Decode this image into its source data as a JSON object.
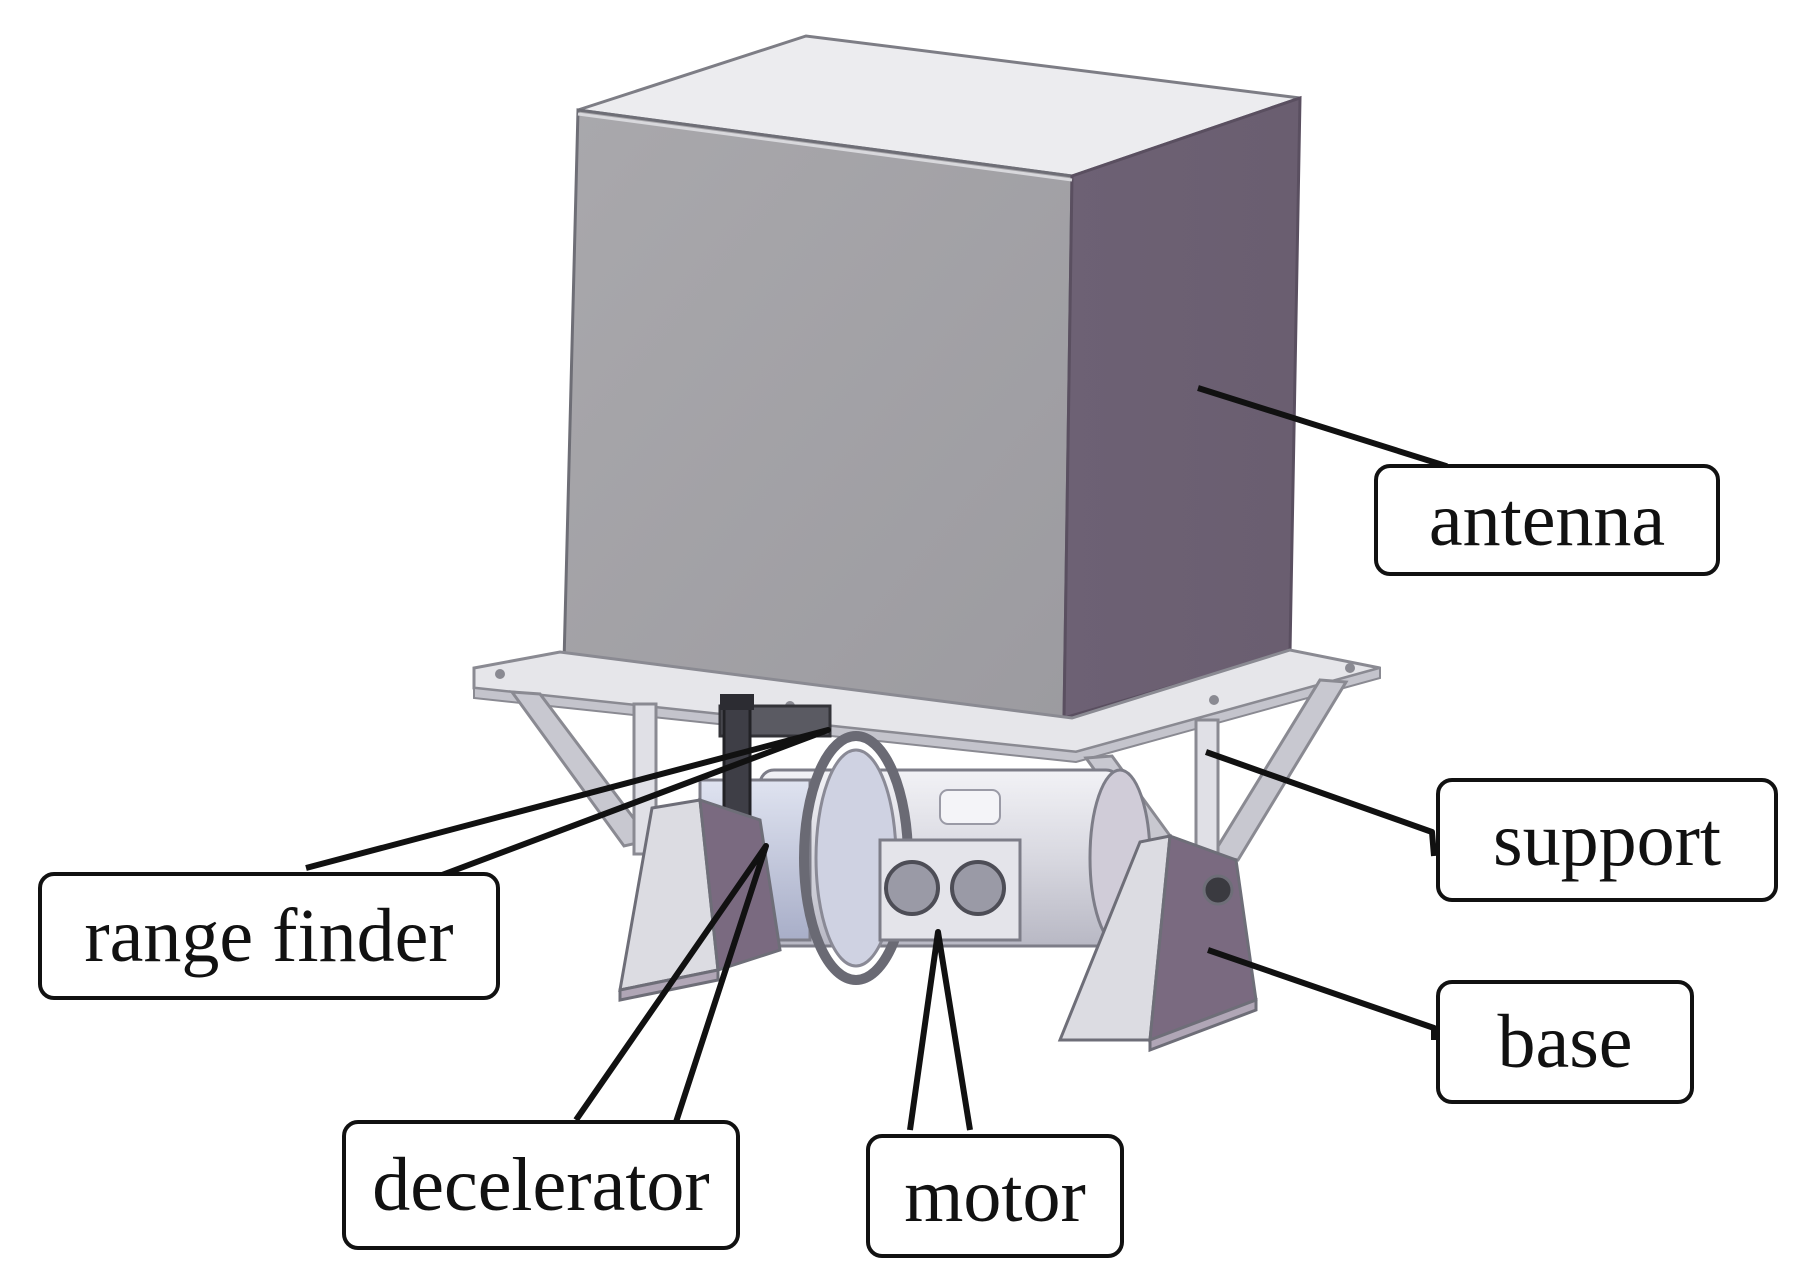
{
  "labels": {
    "antenna": "antenna",
    "support": "support",
    "range_finder": "range finder",
    "base": "base",
    "decelerator": "decelerator",
    "motor": "motor"
  },
  "colors": {
    "antenna_front": "#a3a2a6",
    "antenna_side": "#6f6275",
    "antenna_top": "#ececef",
    "frame": "#d6d6dc",
    "base_dark": "#7a6a80",
    "leader": "#111111"
  }
}
